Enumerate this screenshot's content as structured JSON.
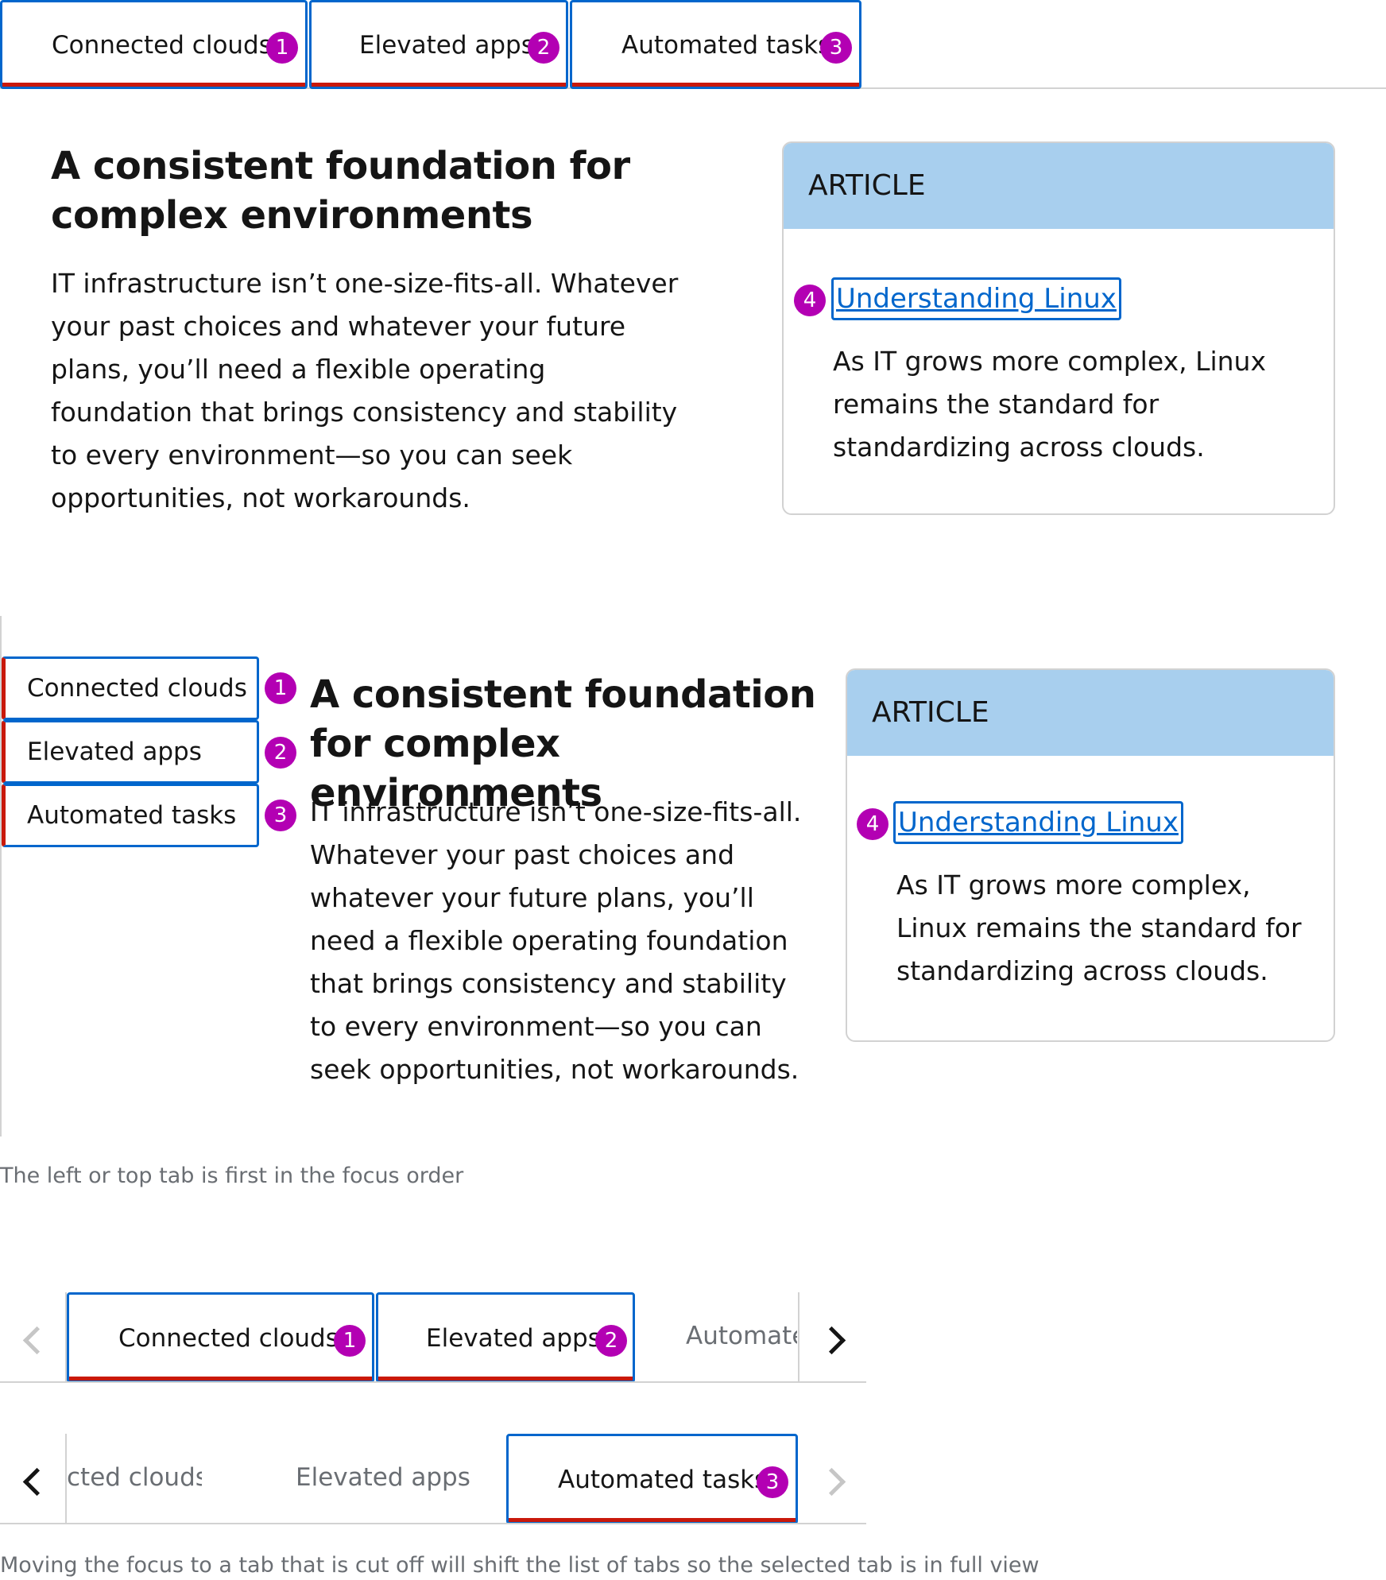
{
  "tabs": {
    "connected": "Connected clouds",
    "elevated": "Elevated apps",
    "automated": "Automated tasks",
    "automated_cut": "Automate",
    "connected_cut": "cted clouds"
  },
  "badges": {
    "one": "1",
    "two": "2",
    "three": "3",
    "four": "4"
  },
  "content": {
    "heading": "A consistent foundation for complex environments",
    "body": "IT infrastructure isn’t one-size-fits-all. Whatever your past choices and whatever your future plans, you’ll need a flexible operating foundation that brings consistency and stability to every environment—so you can seek opportunities, not workarounds."
  },
  "article": {
    "label": "ARTICLE",
    "link": "Understanding Linux",
    "text": "As IT grows more complex, Linux remains the standard for standardizing across clouds."
  },
  "captions": {
    "focus_order": "The left or top tab is first in the focus order",
    "overflow": "Moving the focus to a tab that is cut off will shift the list of tabs so the selected tab is in full view"
  },
  "icons": {
    "prev": "chevron-left-icon",
    "next": "chevron-right-icon"
  },
  "colors": {
    "focus": "#0066cc",
    "active": "#c9190b",
    "badge": "#b300b3",
    "card_header": "#a8cfee"
  }
}
